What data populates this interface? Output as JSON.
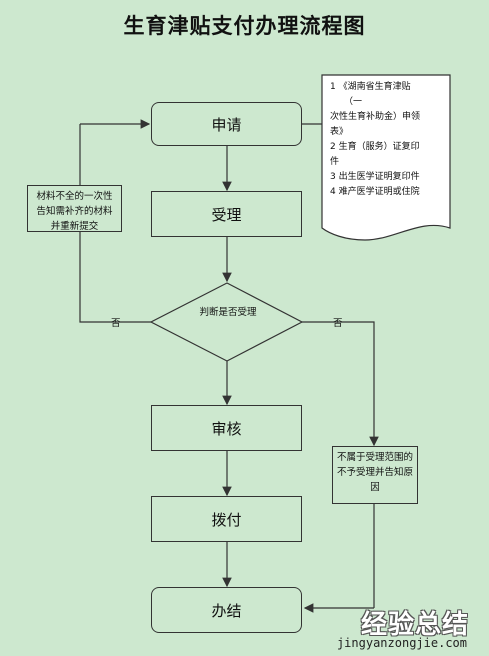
{
  "title": "生育津贴支付办理流程图",
  "nodes": {
    "apply": "申请",
    "accept": "受理",
    "decision": "判断是否受理",
    "review": "审核",
    "disburse": "拨付",
    "finish": "办结",
    "resubmit": "材料不全的一次性告知需补齐的材料并重新提交",
    "reject": "不属于受理范围的不予受理并告知原因"
  },
  "branch_labels": {
    "left_no": "否",
    "right_no": "否"
  },
  "materials_note": [
    "1 《湖南省生育津贴",
    "（一",
    "次性生育补助金）申领",
    "表》",
    "2 生育（服务）证复印",
    "件",
    "3 出生医学证明复印件",
    "4 难产医学证明或住院"
  ],
  "watermark": {
    "brand": "经验总结",
    "url": "jingyanzongjie.com"
  }
}
